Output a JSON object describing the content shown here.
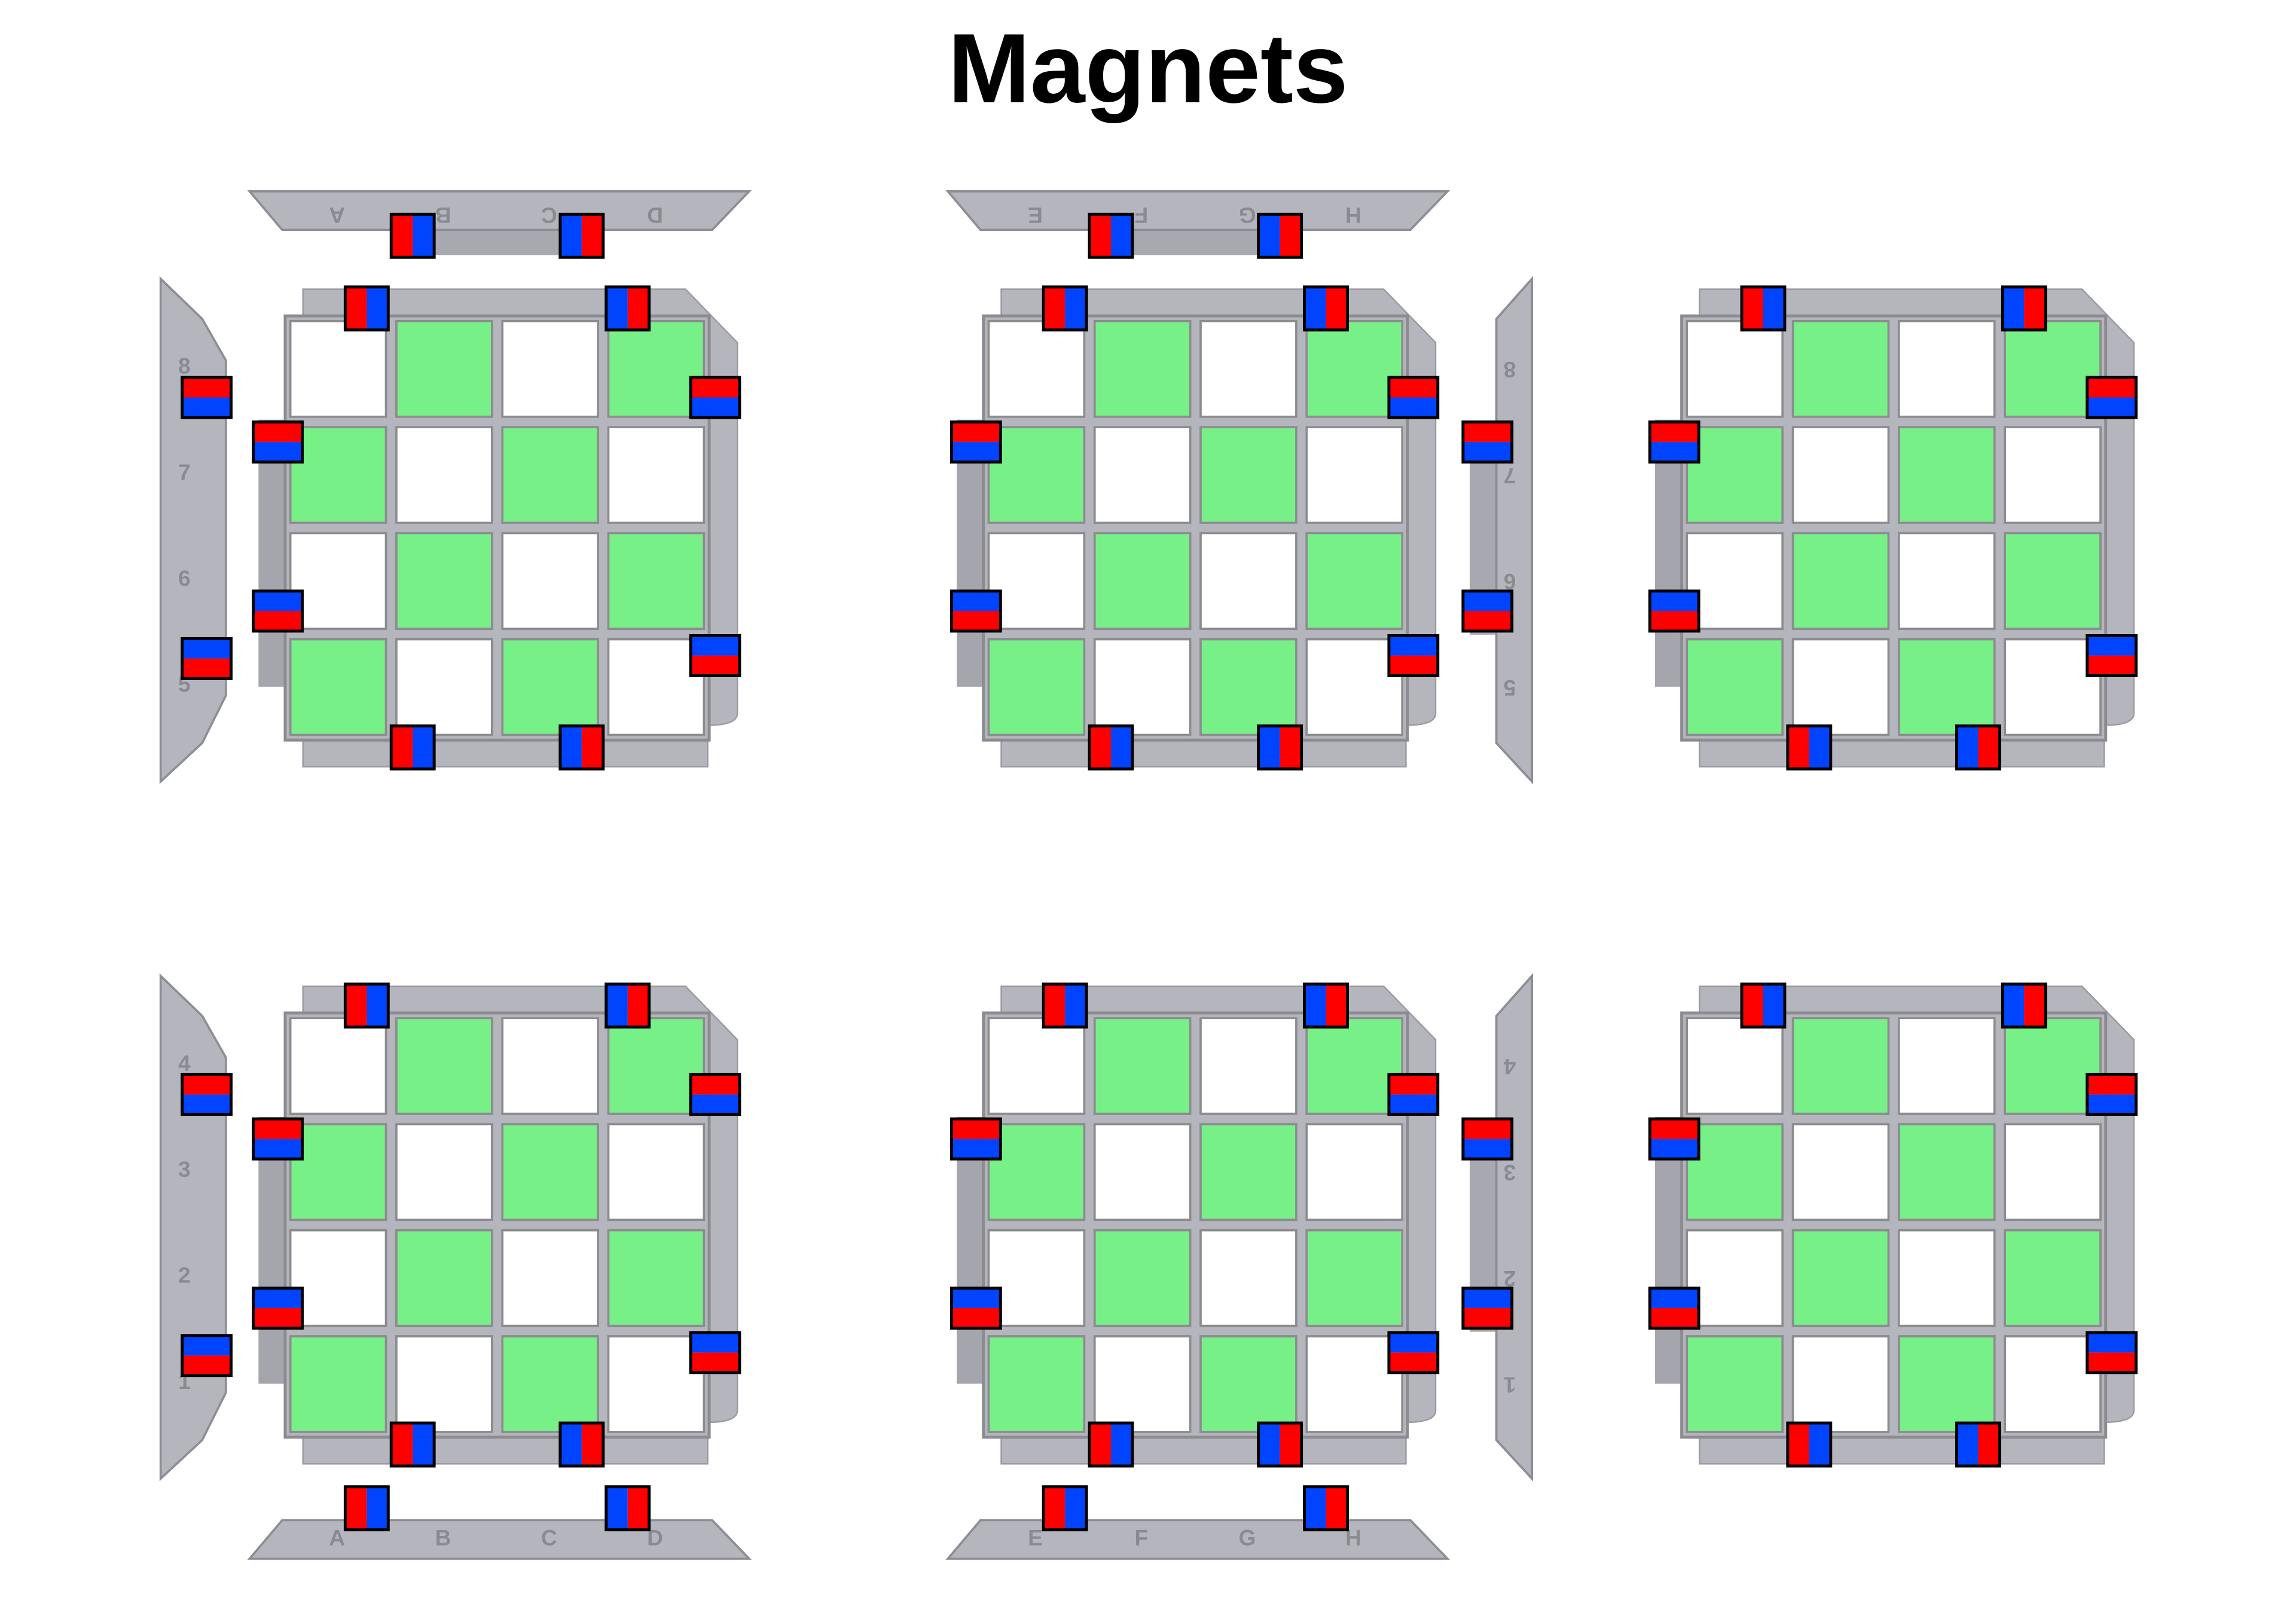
{
  "title": "Magnets",
  "colors": {
    "green": "#77f087",
    "white": "#ffffff",
    "grid": "#8c8c90",
    "frame": "#b5b6bd",
    "north": "#ff0000",
    "south": "#0044ff",
    "outline": "#000000"
  },
  "panels": [
    {
      "board_magnets": [
        {
          "slot": "top-1",
          "order": [
            "red",
            "blue"
          ],
          "split": "vertical"
        },
        {
          "slot": "top-2",
          "order": [
            "blue",
            "red"
          ],
          "split": "vertical"
        },
        {
          "slot": "right-1",
          "order": [
            "red",
            "blue"
          ],
          "split": "horizontal"
        },
        {
          "slot": "right-2",
          "order": [
            "blue",
            "red"
          ],
          "split": "horizontal"
        },
        {
          "slot": "left-1",
          "order": [
            "red",
            "blue"
          ],
          "split": "horizontal"
        },
        {
          "slot": "left-2",
          "order": [
            "blue",
            "red"
          ],
          "split": "horizontal"
        },
        {
          "slot": "bottom-1",
          "order": [
            "red",
            "blue"
          ],
          "split": "vertical"
        },
        {
          "slot": "bottom-2",
          "order": [
            "blue",
            "red"
          ],
          "split": "vertical"
        }
      ],
      "strips": [
        {
          "side": "top",
          "labels": [
            "A",
            "B",
            "C",
            "D"
          ],
          "rotated": true,
          "magnets": [
            {
              "order": [
                "red",
                "blue"
              ]
            },
            {
              "order": [
                "blue",
                "red"
              ]
            }
          ]
        },
        {
          "side": "left",
          "labels": [
            "8",
            "7",
            "6",
            "5"
          ],
          "rotated": false,
          "magnets": [
            {
              "order": [
                "red",
                "blue"
              ]
            },
            {
              "order": [
                "blue",
                "red"
              ]
            }
          ]
        }
      ]
    },
    {
      "board_magnets": [
        {
          "slot": "top-1",
          "order": [
            "red",
            "blue"
          ],
          "split": "vertical"
        },
        {
          "slot": "top-2",
          "order": [
            "blue",
            "red"
          ],
          "split": "vertical"
        },
        {
          "slot": "right-1",
          "order": [
            "red",
            "blue"
          ],
          "split": "horizontal"
        },
        {
          "slot": "right-2",
          "order": [
            "blue",
            "red"
          ],
          "split": "horizontal"
        },
        {
          "slot": "left-1",
          "order": [
            "red",
            "blue"
          ],
          "split": "horizontal"
        },
        {
          "slot": "left-2",
          "order": [
            "blue",
            "red"
          ],
          "split": "horizontal"
        },
        {
          "slot": "bottom-1",
          "order": [
            "red",
            "blue"
          ],
          "split": "vertical"
        },
        {
          "slot": "bottom-2",
          "order": [
            "blue",
            "red"
          ],
          "split": "vertical"
        }
      ],
      "strips": [
        {
          "side": "top",
          "labels": [
            "E",
            "F",
            "G",
            "H"
          ],
          "rotated": true,
          "magnets": [
            {
              "order": [
                "red",
                "blue"
              ]
            },
            {
              "order": [
                "blue",
                "red"
              ]
            }
          ]
        },
        {
          "side": "right",
          "labels": [
            "8",
            "7",
            "6",
            "5"
          ],
          "rotated": true,
          "magnets": [
            {
              "order": [
                "red",
                "blue"
              ]
            },
            {
              "order": [
                "blue",
                "red"
              ]
            }
          ]
        }
      ]
    },
    {
      "board_magnets": [
        {
          "slot": "top-1",
          "order": [
            "red",
            "blue"
          ],
          "split": "vertical"
        },
        {
          "slot": "top-2",
          "order": [
            "blue",
            "red"
          ],
          "split": "vertical"
        },
        {
          "slot": "right-1",
          "order": [
            "red",
            "blue"
          ],
          "split": "horizontal"
        },
        {
          "slot": "right-2",
          "order": [
            "blue",
            "red"
          ],
          "split": "horizontal"
        },
        {
          "slot": "left-1",
          "order": [
            "red",
            "blue"
          ],
          "split": "horizontal"
        },
        {
          "slot": "left-2",
          "order": [
            "blue",
            "red"
          ],
          "split": "horizontal"
        },
        {
          "slot": "bottom-1",
          "order": [
            "red",
            "blue"
          ],
          "split": "vertical"
        },
        {
          "slot": "bottom-2",
          "order": [
            "blue",
            "red"
          ],
          "split": "vertical"
        }
      ],
      "strips": []
    },
    {
      "board_magnets": [
        {
          "slot": "top-1",
          "order": [
            "red",
            "blue"
          ],
          "split": "vertical"
        },
        {
          "slot": "top-2",
          "order": [
            "blue",
            "red"
          ],
          "split": "vertical"
        },
        {
          "slot": "right-1",
          "order": [
            "red",
            "blue"
          ],
          "split": "horizontal"
        },
        {
          "slot": "right-2",
          "order": [
            "blue",
            "red"
          ],
          "split": "horizontal"
        },
        {
          "slot": "left-1",
          "order": [
            "red",
            "blue"
          ],
          "split": "horizontal"
        },
        {
          "slot": "left-2",
          "order": [
            "blue",
            "red"
          ],
          "split": "horizontal"
        },
        {
          "slot": "bottom-1",
          "order": [
            "red",
            "blue"
          ],
          "split": "vertical"
        },
        {
          "slot": "bottom-2",
          "order": [
            "blue",
            "red"
          ],
          "split": "vertical"
        }
      ],
      "strips": [
        {
          "side": "bottom",
          "labels": [
            "A",
            "B",
            "C",
            "D"
          ],
          "rotated": false,
          "magnets": [
            {
              "order": [
                "red",
                "blue"
              ]
            },
            {
              "order": [
                "blue",
                "red"
              ]
            }
          ]
        },
        {
          "side": "left",
          "labels": [
            "4",
            "3",
            "2",
            "1"
          ],
          "rotated": false,
          "magnets": [
            {
              "order": [
                "red",
                "blue"
              ]
            },
            {
              "order": [
                "blue",
                "red"
              ]
            }
          ]
        }
      ]
    },
    {
      "board_magnets": [
        {
          "slot": "top-1",
          "order": [
            "red",
            "blue"
          ],
          "split": "vertical"
        },
        {
          "slot": "top-2",
          "order": [
            "blue",
            "red"
          ],
          "split": "vertical"
        },
        {
          "slot": "right-1",
          "order": [
            "red",
            "blue"
          ],
          "split": "horizontal"
        },
        {
          "slot": "right-2",
          "order": [
            "blue",
            "red"
          ],
          "split": "horizontal"
        },
        {
          "slot": "left-1",
          "order": [
            "red",
            "blue"
          ],
          "split": "horizontal"
        },
        {
          "slot": "left-2",
          "order": [
            "blue",
            "red"
          ],
          "split": "horizontal"
        },
        {
          "slot": "bottom-1",
          "order": [
            "red",
            "blue"
          ],
          "split": "vertical"
        },
        {
          "slot": "bottom-2",
          "order": [
            "blue",
            "red"
          ],
          "split": "vertical"
        }
      ],
      "strips": [
        {
          "side": "bottom",
          "labels": [
            "E",
            "F",
            "G",
            "H"
          ],
          "rotated": false,
          "magnets": [
            {
              "order": [
                "red",
                "blue"
              ]
            },
            {
              "order": [
                "blue",
                "red"
              ]
            }
          ]
        },
        {
          "side": "right",
          "labels": [
            "4",
            "3",
            "2",
            "1"
          ],
          "rotated": true,
          "magnets": [
            {
              "order": [
                "red",
                "blue"
              ]
            },
            {
              "order": [
                "blue",
                "red"
              ]
            }
          ]
        }
      ]
    },
    {
      "board_magnets": [
        {
          "slot": "top-1",
          "order": [
            "red",
            "blue"
          ],
          "split": "vertical"
        },
        {
          "slot": "top-2",
          "order": [
            "blue",
            "red"
          ],
          "split": "vertical"
        },
        {
          "slot": "right-1",
          "order": [
            "red",
            "blue"
          ],
          "split": "horizontal"
        },
        {
          "slot": "right-2",
          "order": [
            "blue",
            "red"
          ],
          "split": "horizontal"
        },
        {
          "slot": "left-1",
          "order": [
            "red",
            "blue"
          ],
          "split": "horizontal"
        },
        {
          "slot": "left-2",
          "order": [
            "blue",
            "red"
          ],
          "split": "horizontal"
        },
        {
          "slot": "bottom-1",
          "order": [
            "red",
            "blue"
          ],
          "split": "vertical"
        },
        {
          "slot": "bottom-2",
          "order": [
            "blue",
            "red"
          ],
          "split": "vertical"
        }
      ],
      "strips": []
    }
  ]
}
